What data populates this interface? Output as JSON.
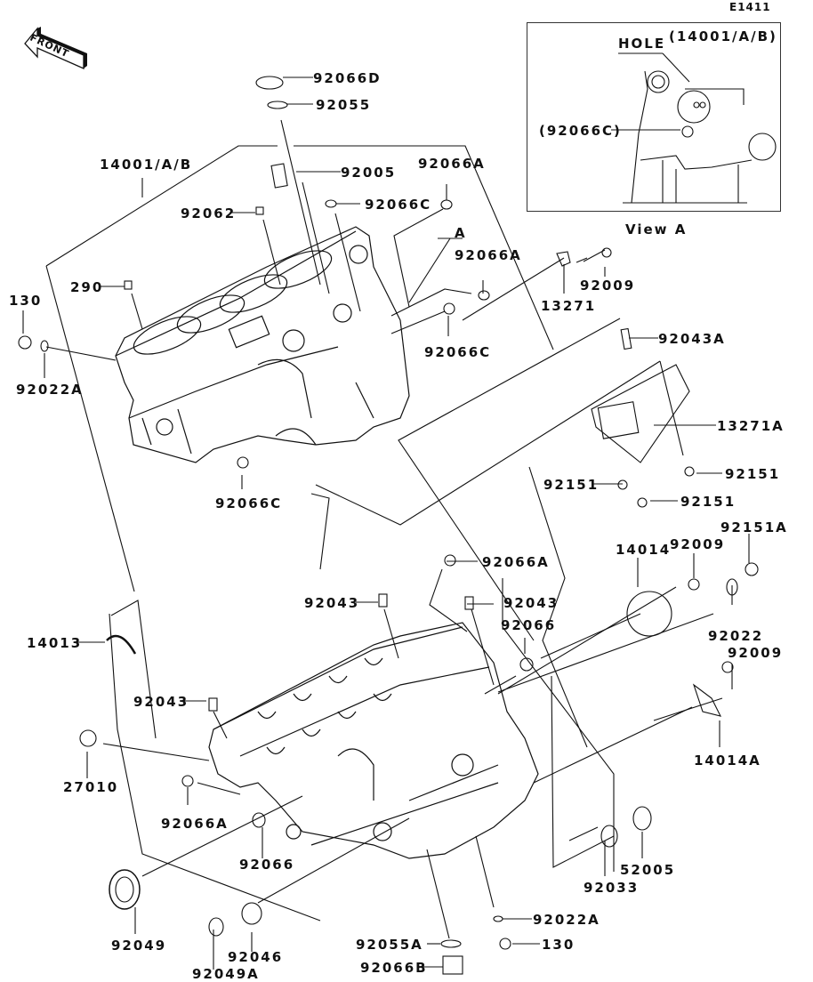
{
  "diagram": {
    "code": "E1411",
    "front_label": "FRONT",
    "view_a": {
      "title": "View A",
      "ref_label": "(14001/A/B)",
      "hole_label": "HOLE",
      "part_label": "(92066C)"
    },
    "view_marker": "A",
    "callouts": {
      "p92066D": "92066D",
      "p92055": "92055",
      "p14001AB": "14001/A/B",
      "p92005": "92005",
      "p92066A_top": "92066A",
      "p92066C_top": "92066C",
      "p92062": "92062",
      "p92066A_mid": "92066A",
      "p92009_top": "92009",
      "p290": "290",
      "p130_left": "130",
      "p13271": "13271",
      "p92066C_mid": "92066C",
      "p92043A": "92043A",
      "p92022A_left": "92022A",
      "p13271A": "13271A",
      "p92066C_low": "92066C",
      "p92151_r": "92151",
      "p92151_l": "92151",
      "p92151_c": "92151",
      "p92151A": "92151A",
      "p14014": "14014",
      "p92009_mid": "92009",
      "p92066A_lower": "92066A",
      "p92043_a": "92043",
      "p92043_b": "92043",
      "p92066_r": "92066",
      "p92022": "92022",
      "p92009_low": "92009",
      "p14013": "14013",
      "p92043_c": "92043",
      "p27010": "27010",
      "p14014A": "14014A",
      "p92066A_left": "92066A",
      "p92066_l": "92066",
      "p52005": "52005",
      "p92033": "92033",
      "p92049": "92049",
      "p92022A_bot": "92022A",
      "p92055A": "92055A",
      "p130_bot": "130",
      "p92046": "92046",
      "p92066B": "92066B",
      "p92049A": "92049A"
    }
  }
}
